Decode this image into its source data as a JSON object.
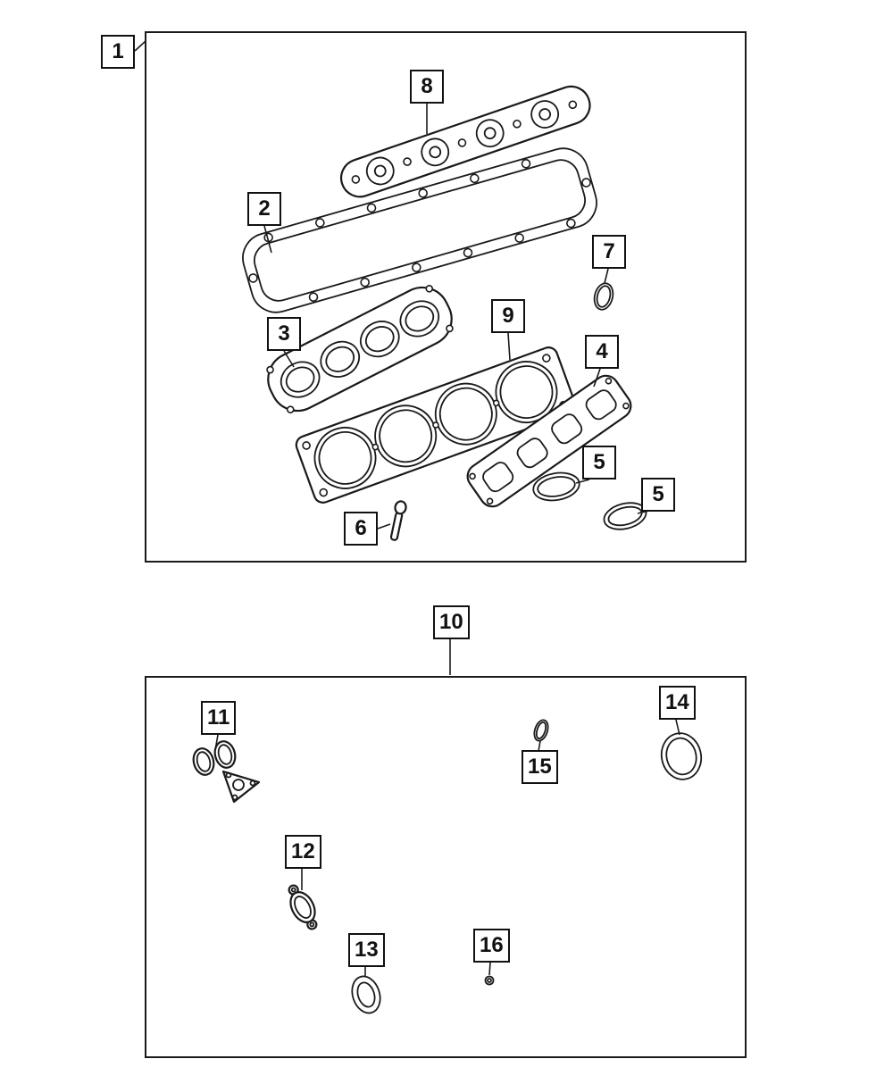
{
  "page": {
    "background_color": "#ffffff",
    "line_color": "#1a1a1a"
  },
  "callouts": [
    {
      "id": "callout-1",
      "label": "1"
    },
    {
      "id": "callout-8",
      "label": "8"
    },
    {
      "id": "callout-2",
      "label": "2"
    },
    {
      "id": "callout-7",
      "label": "7"
    },
    {
      "id": "callout-3",
      "label": "3"
    },
    {
      "id": "callout-9",
      "label": "9"
    },
    {
      "id": "callout-4",
      "label": "4"
    },
    {
      "id": "callout-5a",
      "label": "5"
    },
    {
      "id": "callout-5b",
      "label": "5"
    },
    {
      "id": "callout-6",
      "label": "6"
    },
    {
      "id": "callout-10",
      "label": "10"
    },
    {
      "id": "callout-11",
      "label": "11"
    },
    {
      "id": "callout-14",
      "label": "14"
    },
    {
      "id": "callout-15",
      "label": "15"
    },
    {
      "id": "callout-12",
      "label": "12"
    },
    {
      "id": "callout-13",
      "label": "13"
    },
    {
      "id": "callout-16",
      "label": "16"
    }
  ]
}
